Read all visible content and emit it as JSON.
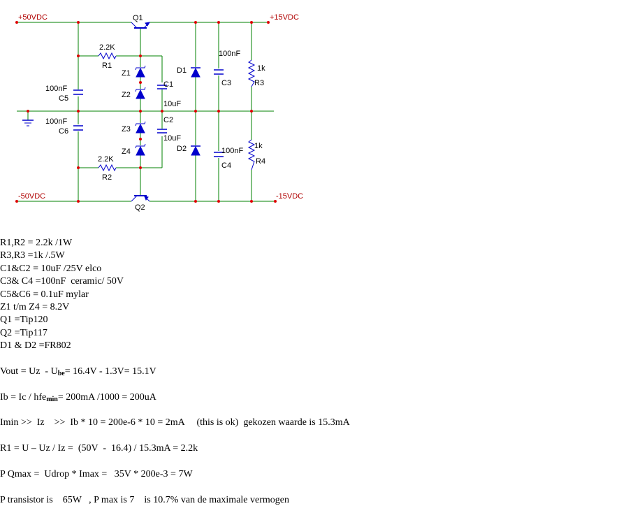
{
  "schematic": {
    "rails": {
      "pos_in": "+50VDC",
      "pos_out": "+15VDC",
      "neg_in": "-50VDC",
      "neg_out": "-15VDC"
    },
    "components": {
      "q1": "Q1",
      "q2": "Q2",
      "r1_value": "2.2K",
      "r1_name": "R1",
      "r2_value": "2.2K",
      "r2_name": "R2",
      "z1": "Z1",
      "z2": "Z2",
      "z3": "Z3",
      "z4": "Z4",
      "c1_name": "C1",
      "c1_value": "10uF",
      "c2_name": "C2",
      "c2_value": "10uF",
      "c5_value": "100nF",
      "c5_name": "C5",
      "c6_value": "100nF",
      "c6_name": "C6",
      "d1": "D1",
      "d2": "D2",
      "c3_value": "100nF",
      "c3_name": "C3",
      "c4_value": "100nF",
      "c4_name": "C4",
      "r3_value": "1k",
      "r3_name": "R3",
      "r4_value": "1k",
      "r4_name": "R4"
    },
    "colors": {
      "wire": "#008000",
      "component": "#0000cc",
      "node": "#dd0000",
      "text": "#000000",
      "rail_label": "#b00000"
    }
  },
  "notes": {
    "parts_list": [
      "R1,R2 = 2.2k /1W",
      "R3,R3 =1k /.5W",
      "C1&C2 = 10uF /25V elco",
      "C3& C4 =100nF  ceramic/ 50V",
      "C5&C6 = 0.1uF mylar",
      "Z1 t/m Z4 = 8.2V",
      "Q1 =Tip120",
      "Q2 =Tip117",
      "D1 & D2 =FR802"
    ],
    "vout": {
      "prefix": "Vout = Uz  - U",
      "sub": "be",
      "suffix": "= 16.4V - 1.3V= 15.1V"
    },
    "ib": {
      "prefix": "Ib = Ic / hfe",
      "sub": "min",
      "suffix": "= 200mA /1000 = 200uA"
    },
    "imin": "Imin >>  Iz    >>  Ib * 10 = 200e-6 * 10 = 2mA     (this is ok)  gekozen waarde is 15.3mA",
    "r1_calc": "R1 = U – Uz / Iz =  (50V  -  16.4) / 15.3mA = 2.2k",
    "pqmax": "P Qmax =  Udrop * Imax =   35V * 200e-3 = 7W",
    "ptransistor": "P transistor is    65W   , P max is 7    is 10.7% van de maximale vermogen"
  }
}
